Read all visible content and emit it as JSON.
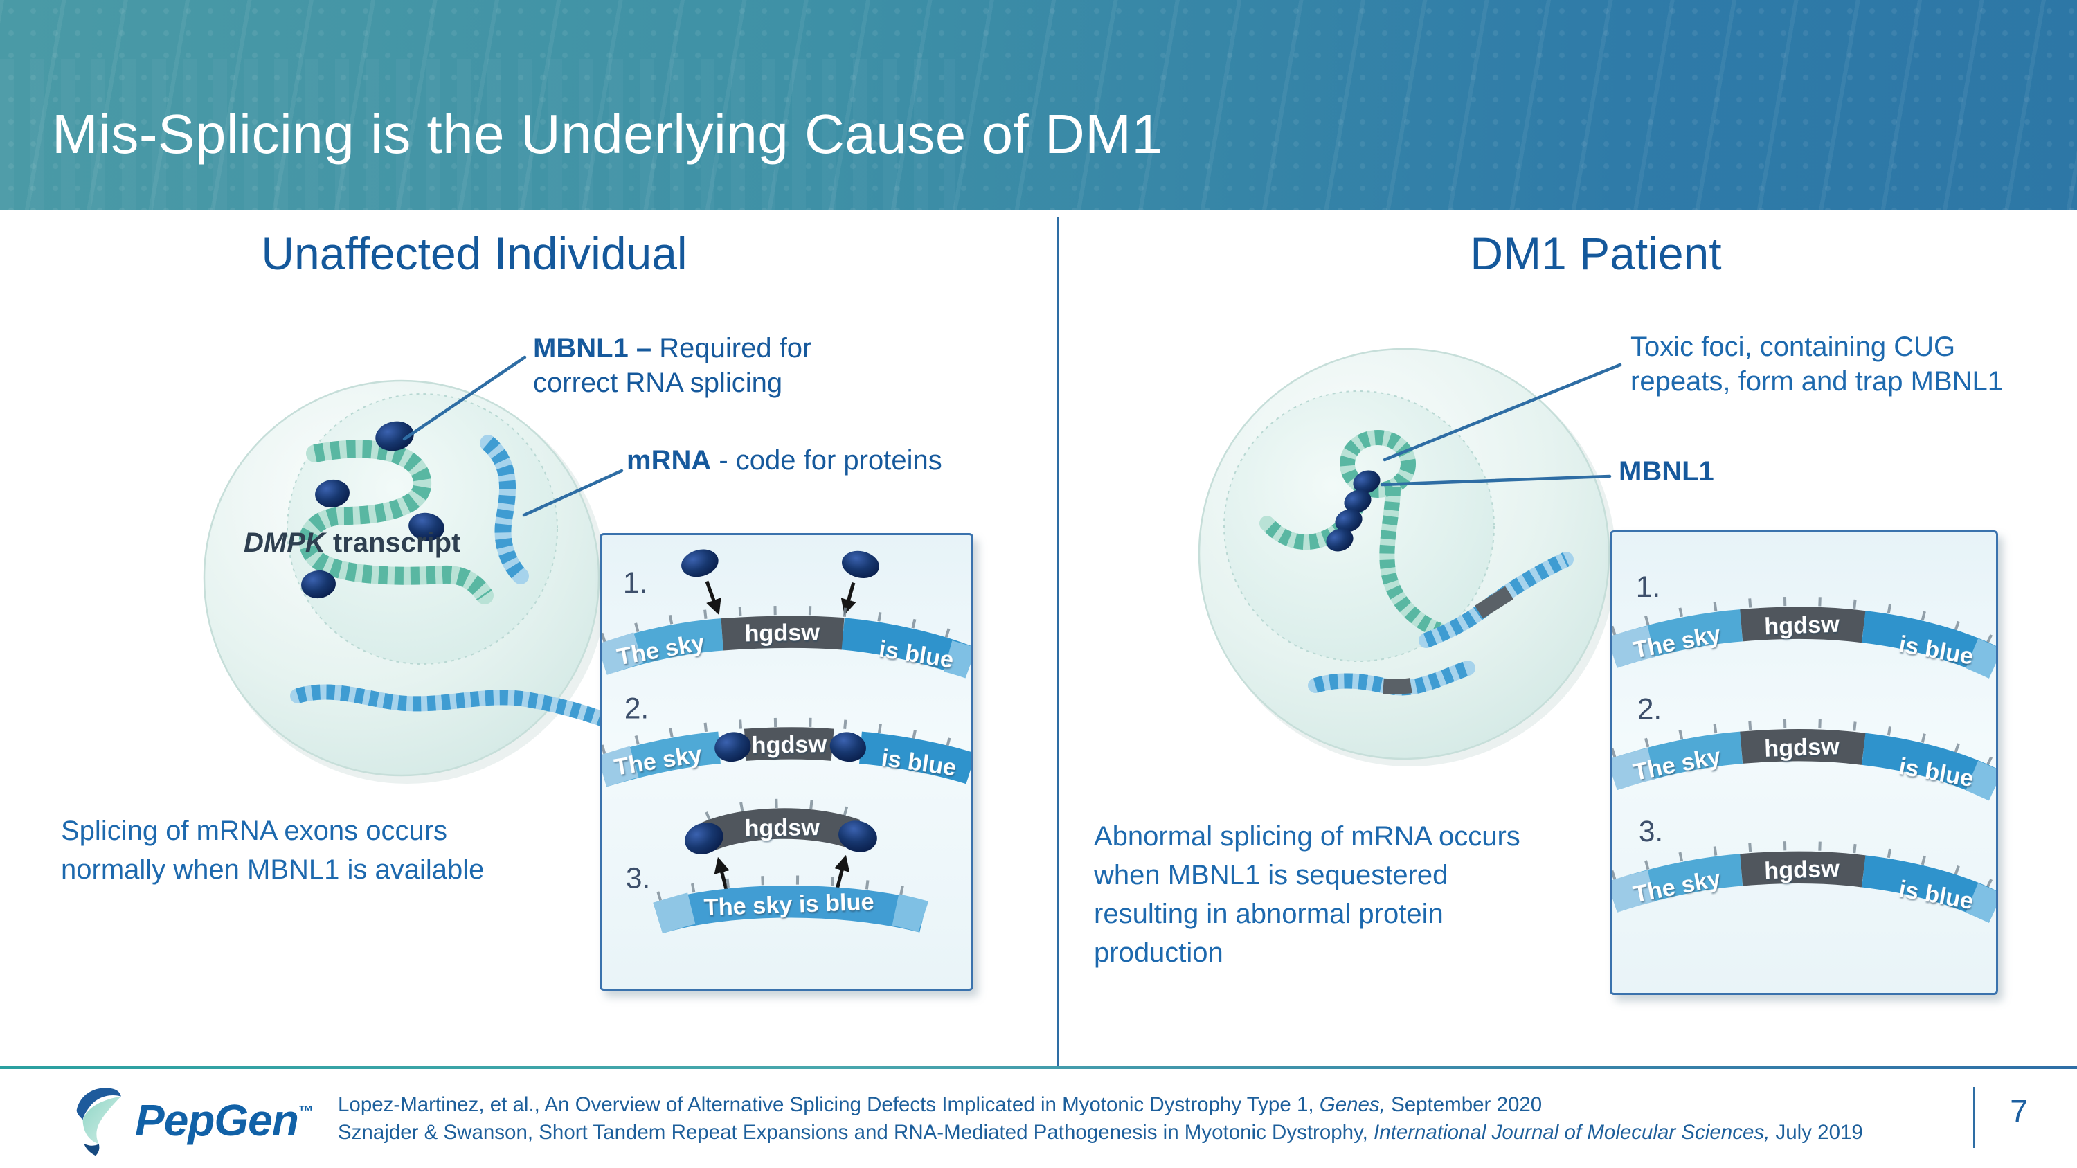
{
  "slide": {
    "title": "Mis-Splicing is the Underlying Cause of DM1"
  },
  "left": {
    "heading": "Unaffected Individual",
    "mbnl1_label": {
      "bold": "MBNL1 –",
      "rest": " Required for correct RNA splicing"
    },
    "mrna_label": {
      "bold": "mRNA",
      "rest": " - code for proteins"
    },
    "cell_caption": {
      "italic": "DMPK",
      "rest": " transcript"
    },
    "body": "Splicing of mRNA exons occurs normally when MBNL1 is available",
    "steps": [
      "1.",
      "2.",
      "3."
    ]
  },
  "right": {
    "heading": "DM1 Patient",
    "toxic_label": "Toxic foci, containing CUG repeats, form and trap MBNL1",
    "mbnl1_label": "MBNL1",
    "body": "Abnormal splicing of mRNA occurs when MBNL1 is sequestered resulting in abnormal protein production",
    "steps": [
      "1.",
      "2.",
      "3."
    ]
  },
  "ribbon": {
    "seg1": "The sky",
    "seg2": "hgdsw",
    "seg3": "is blue",
    "spliced": "hgdsw",
    "final": "The sky is blue"
  },
  "footer": {
    "logo_icon": "pepgen-helix-icon",
    "logo_text": "PepGen",
    "logo_tm": "™",
    "citations": [
      {
        "prefix": "Lopez-Martinez, et al., An Overview of Alternative Splicing Defects Implicated in Myotonic Dystrophy Type 1, ",
        "italic": "Genes,",
        "suffix": " September 2020"
      },
      {
        "prefix": "Sznajder & Swanson, Short Tandem Repeat Expansions and RNA-Mediated Pathogenesis in Myotonic Dystrophy, ",
        "italic": "International Journal of Molecular Sciences,",
        "suffix": " July 2019"
      }
    ],
    "page_number": "7"
  },
  "colors": {
    "header_teal": "#4A9AA6",
    "header_blue": "#2D77A6",
    "heading_blue": "#14589B",
    "label_blue": "#16599C",
    "body_blue": "#1D69AE",
    "divider_blue": "#2E6DA4",
    "ribbon_light_blue": "#4FA9D6",
    "ribbon_gray": "#50565D",
    "ribbon_blue": "#2F93CC",
    "mbnl1_navy": "#14356E",
    "rna_teal": "#59B7A2",
    "mrna_blue": "#3F9CD2",
    "box_border": "#3A72AD",
    "logo_blue": "#1161A7"
  }
}
